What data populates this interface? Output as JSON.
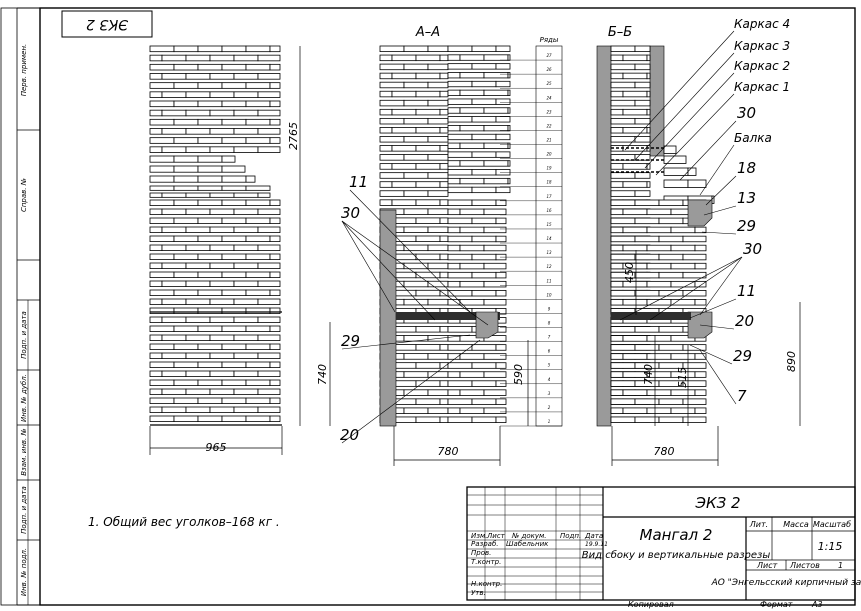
{
  "sheet": {
    "corner_code": "ЭКЗ 2",
    "side_labels": [
      "Перв. примен.",
      "Справ. №",
      "Подп. и дата",
      "Инв. № дубл.",
      "Взам. инв. №",
      "Подп. и дата",
      "Инв. № подл."
    ]
  },
  "views": {
    "section_a": "А–А",
    "section_b": "Б–Б",
    "rows_header": "Ряды",
    "row_numbers": [
      "1",
      "2",
      "3",
      "4",
      "5",
      "6",
      "7",
      "8",
      "9",
      "10",
      "11",
      "12",
      "13",
      "14",
      "15",
      "16",
      "17",
      "18",
      "19",
      "20",
      "21",
      "22",
      "23",
      "24",
      "25",
      "26",
      "27"
    ]
  },
  "dimensions": {
    "side_height": "2765",
    "side_width": "965",
    "a_width": "780",
    "a_height": "740",
    "a_height2": "590",
    "b_width": "780",
    "b_height": "740",
    "b_height2": "515",
    "b_height3": "890",
    "b_gap": "450"
  },
  "callouts": {
    "frame4": "Каркас 4",
    "frame3": "Каркас 3",
    "frame2": "Каркас 2",
    "frame1": "Каркас 1",
    "n30_top": "30",
    "beam": "Балка",
    "n18": "18",
    "n13": "13",
    "n29_right_top": "29",
    "n30_right_mid": "30",
    "n11_right": "11",
    "n20_right": "20",
    "n29_right_bottom": "29",
    "n7": "7",
    "n11_left": "11",
    "n30_left": "30",
    "n29_left": "29",
    "n20_left": "20"
  },
  "note": "1. Общий вес уголков–168 кг .",
  "title_block": {
    "code": "ЭКЗ 2",
    "name": "Мангал 2",
    "subtitle": "Вид сбоку и вертикальные разрезы",
    "lit_label": "Лит.",
    "mass_label": "Масса",
    "scale_label": "Масштаб",
    "scale": "1:15",
    "sheet_label": "Лист",
    "sheets_label": "Листов",
    "sheets": "1",
    "org": "АО \"Энгельсский кирпичный завод\"",
    "hdr_izm": "Изм.",
    "hdr_list": "Лист",
    "hdr_doc": "№ докум.",
    "hdr_sign": "Подп.",
    "hdr_date": "Дата",
    "role_dev": "Разраб.",
    "dev_name": "Шабельник",
    "dev_date": "19.9.11",
    "role_check": "Пров.",
    "role_tcontrol": "Т.контр.",
    "role_ncontrol": "Н.контр.",
    "role_approve": "Утв.",
    "copied": "Копировал",
    "format_label": "Формат",
    "format": "А3"
  }
}
